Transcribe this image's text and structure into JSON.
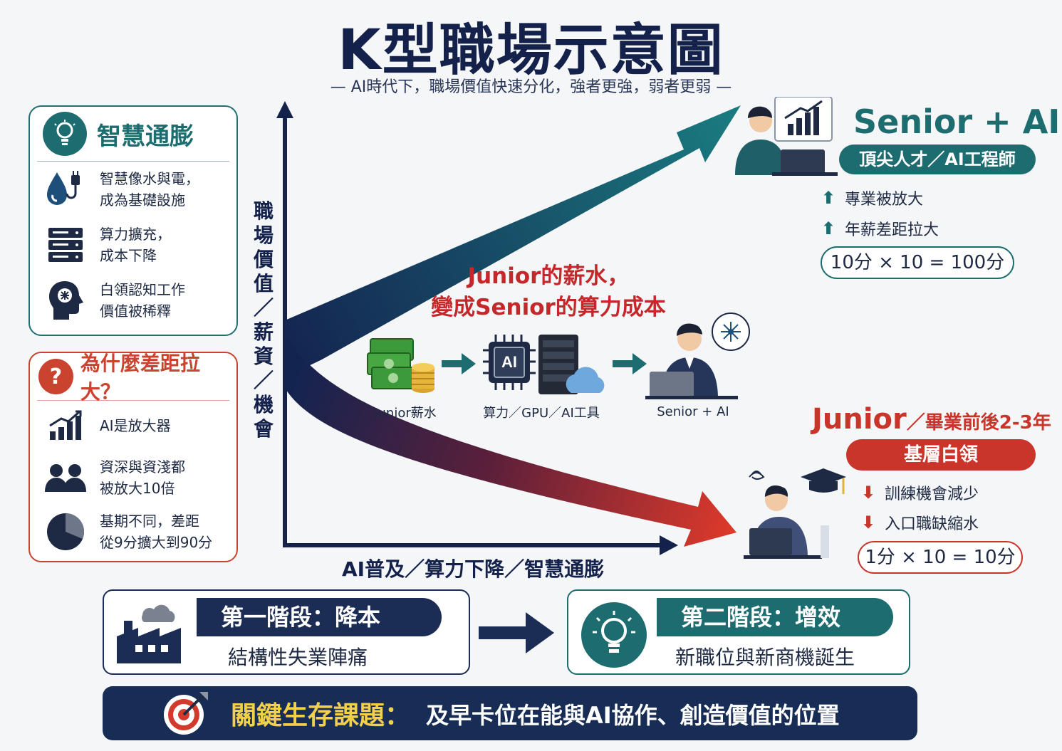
{
  "title": "K型職場示意圖",
  "subtitle": "— AI時代下，職場價值快速分化，強者更強，弱者更弱 —",
  "panel_inflation": {
    "title": "智慧通膨",
    "items": [
      {
        "icon": "water-plug-icon",
        "text1": "智慧像水與電，",
        "text2": "成為基礎設施"
      },
      {
        "icon": "server-icon",
        "text1": "算力擴充，",
        "text2": "成本下降"
      },
      {
        "icon": "brain-head-icon",
        "text1": "白領認知工作",
        "text2": "價值被稀釋"
      }
    ]
  },
  "panel_gap": {
    "title": "為什麼差距拉大？",
    "mark": "?",
    "items": [
      {
        "icon": "bar-chart-icon",
        "text1": "AI是放大器",
        "text2": ""
      },
      {
        "icon": "people-icon",
        "text1": "資深與資淺都",
        "text2": "被放大10倍"
      },
      {
        "icon": "pie-chart-icon",
        "text1": "基期不同，差距",
        "text2": "從9分擴大到90分"
      }
    ]
  },
  "axis": {
    "y_label": "職場價值／薪資／機會",
    "x_label": "AI普及／算力下降／智慧通膨"
  },
  "senior": {
    "title": "Senior + AI",
    "tag": "頂尖人才／AI工程師",
    "bullets": [
      "專業被放大",
      "年薪差距拉大"
    ],
    "score": "10分 × 10 = 100分",
    "color": "#1d6d70"
  },
  "junior": {
    "title": "Junior",
    "title_suffix": "／畢業前後2-3年",
    "tag": "基層白領",
    "bullets": [
      "訓練機會減少",
      "入口職缺縮水"
    ],
    "score": "1分 × 10 = 10分",
    "color": "#c9342b"
  },
  "center": {
    "headline_line1": "Junior的薪水，",
    "headline_line2": "變成Senior的算力成本",
    "flow": [
      {
        "icon": "money-icon",
        "label": "Junior薪水"
      },
      {
        "icon": "ai-chip-server-icon",
        "label": "算力／GPU／AI工具",
        "chip_text": "AI"
      },
      {
        "icon": "senior-worker-icon",
        "label": "Senior + AI"
      }
    ]
  },
  "stages": [
    {
      "title": "第一階段：降本",
      "subtitle": "結構性失業陣痛",
      "icon": "factory-icon"
    },
    {
      "title": "第二階段：增效",
      "subtitle": "新職位與新商機誕生",
      "icon": "lightbulb-icon"
    }
  ],
  "banner": {
    "icon": "target-icon",
    "key": "關鍵生存課題：",
    "text": "及早卡位在能與AI協作、創造價值的位置"
  },
  "colors": {
    "navy": "#14214a",
    "teal": "#1d6d70",
    "red": "#c9342b",
    "gold": "#f3d04b"
  }
}
